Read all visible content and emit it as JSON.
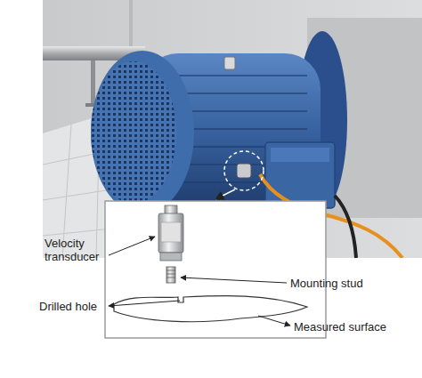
{
  "diagram": {
    "labels": [
      "Velocity transducer",
      "Mounting stud",
      "Drilled hole",
      "Measured surface"
    ]
  }
}
